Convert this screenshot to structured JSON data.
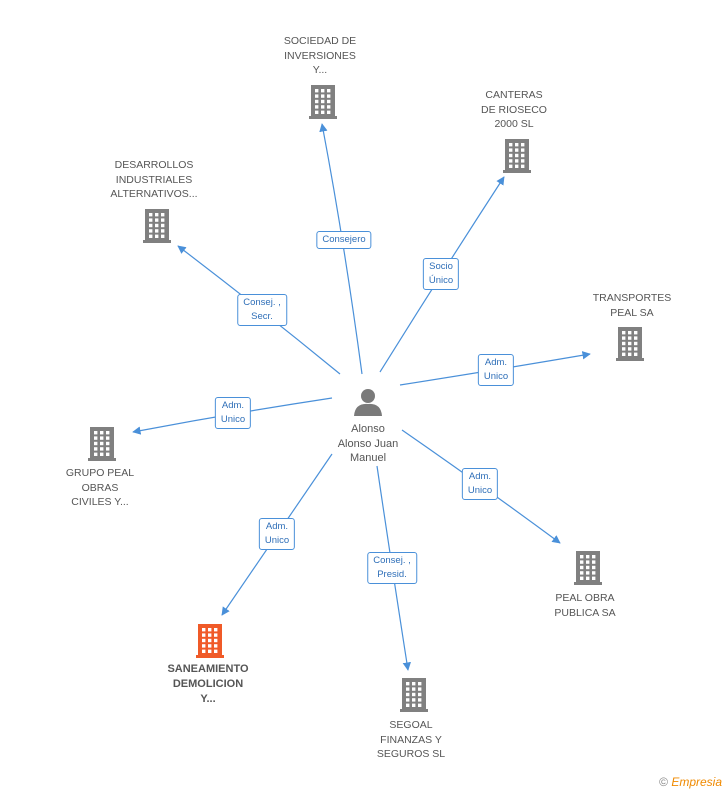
{
  "center": {
    "name_lines": [
      "Alonso",
      "Alonso Juan",
      "Manuel"
    ],
    "icon": "person-icon"
  },
  "companies": [
    {
      "id": "sociedad",
      "lines": [
        "SOCIEDAD DE",
        "INVERSIONES",
        "Y..."
      ],
      "highlight": false
    },
    {
      "id": "canteras",
      "lines": [
        "CANTERAS",
        "DE RIOSECO",
        "2000  SL"
      ],
      "highlight": false
    },
    {
      "id": "desarrollos",
      "lines": [
        "DESARROLLOS",
        "INDUSTRIALES",
        "ALTERNATIVOS..."
      ],
      "highlight": false
    },
    {
      "id": "transportes",
      "lines": [
        "TRANSPORTES",
        "PEAL SA"
      ],
      "highlight": false
    },
    {
      "id": "grupo",
      "lines": [
        "GRUPO PEAL",
        "OBRAS",
        "CIVILES Y..."
      ],
      "highlight": false
    },
    {
      "id": "pealobra",
      "lines": [
        "PEAL OBRA",
        "PUBLICA SA"
      ],
      "highlight": false
    },
    {
      "id": "saneamiento",
      "lines": [
        "SANEAMIENTO",
        "DEMOLICION",
        "Y..."
      ],
      "highlight": true
    },
    {
      "id": "segoal",
      "lines": [
        "SEGOAL",
        "FINANZAS Y",
        "SEGUROS SL"
      ],
      "highlight": false
    }
  ],
  "edges": [
    {
      "to": "sociedad",
      "label_lines": [
        "Consejero"
      ]
    },
    {
      "to": "canteras",
      "label_lines": [
        "Socio",
        "Único"
      ]
    },
    {
      "to": "desarrollos",
      "label_lines": [
        "Consej. ,",
        "Secr."
      ]
    },
    {
      "to": "transportes",
      "label_lines": [
        "Adm.",
        "Unico"
      ]
    },
    {
      "to": "grupo",
      "label_lines": [
        "Adm.",
        "Unico"
      ]
    },
    {
      "to": "pealobra",
      "label_lines": [
        "Adm.",
        "Unico"
      ]
    },
    {
      "to": "saneamiento",
      "label_lines": [
        "Adm.",
        "Unico"
      ]
    },
    {
      "to": "segoal",
      "label_lines": [
        "Consej. ,",
        "Presid."
      ]
    }
  ],
  "colors": {
    "edge": "#4a90d9",
    "building": "#808080",
    "building_highlight": "#f05a28",
    "person": "#7a7a7a"
  },
  "footer": {
    "copyright": "©",
    "brand": "Empresia"
  }
}
